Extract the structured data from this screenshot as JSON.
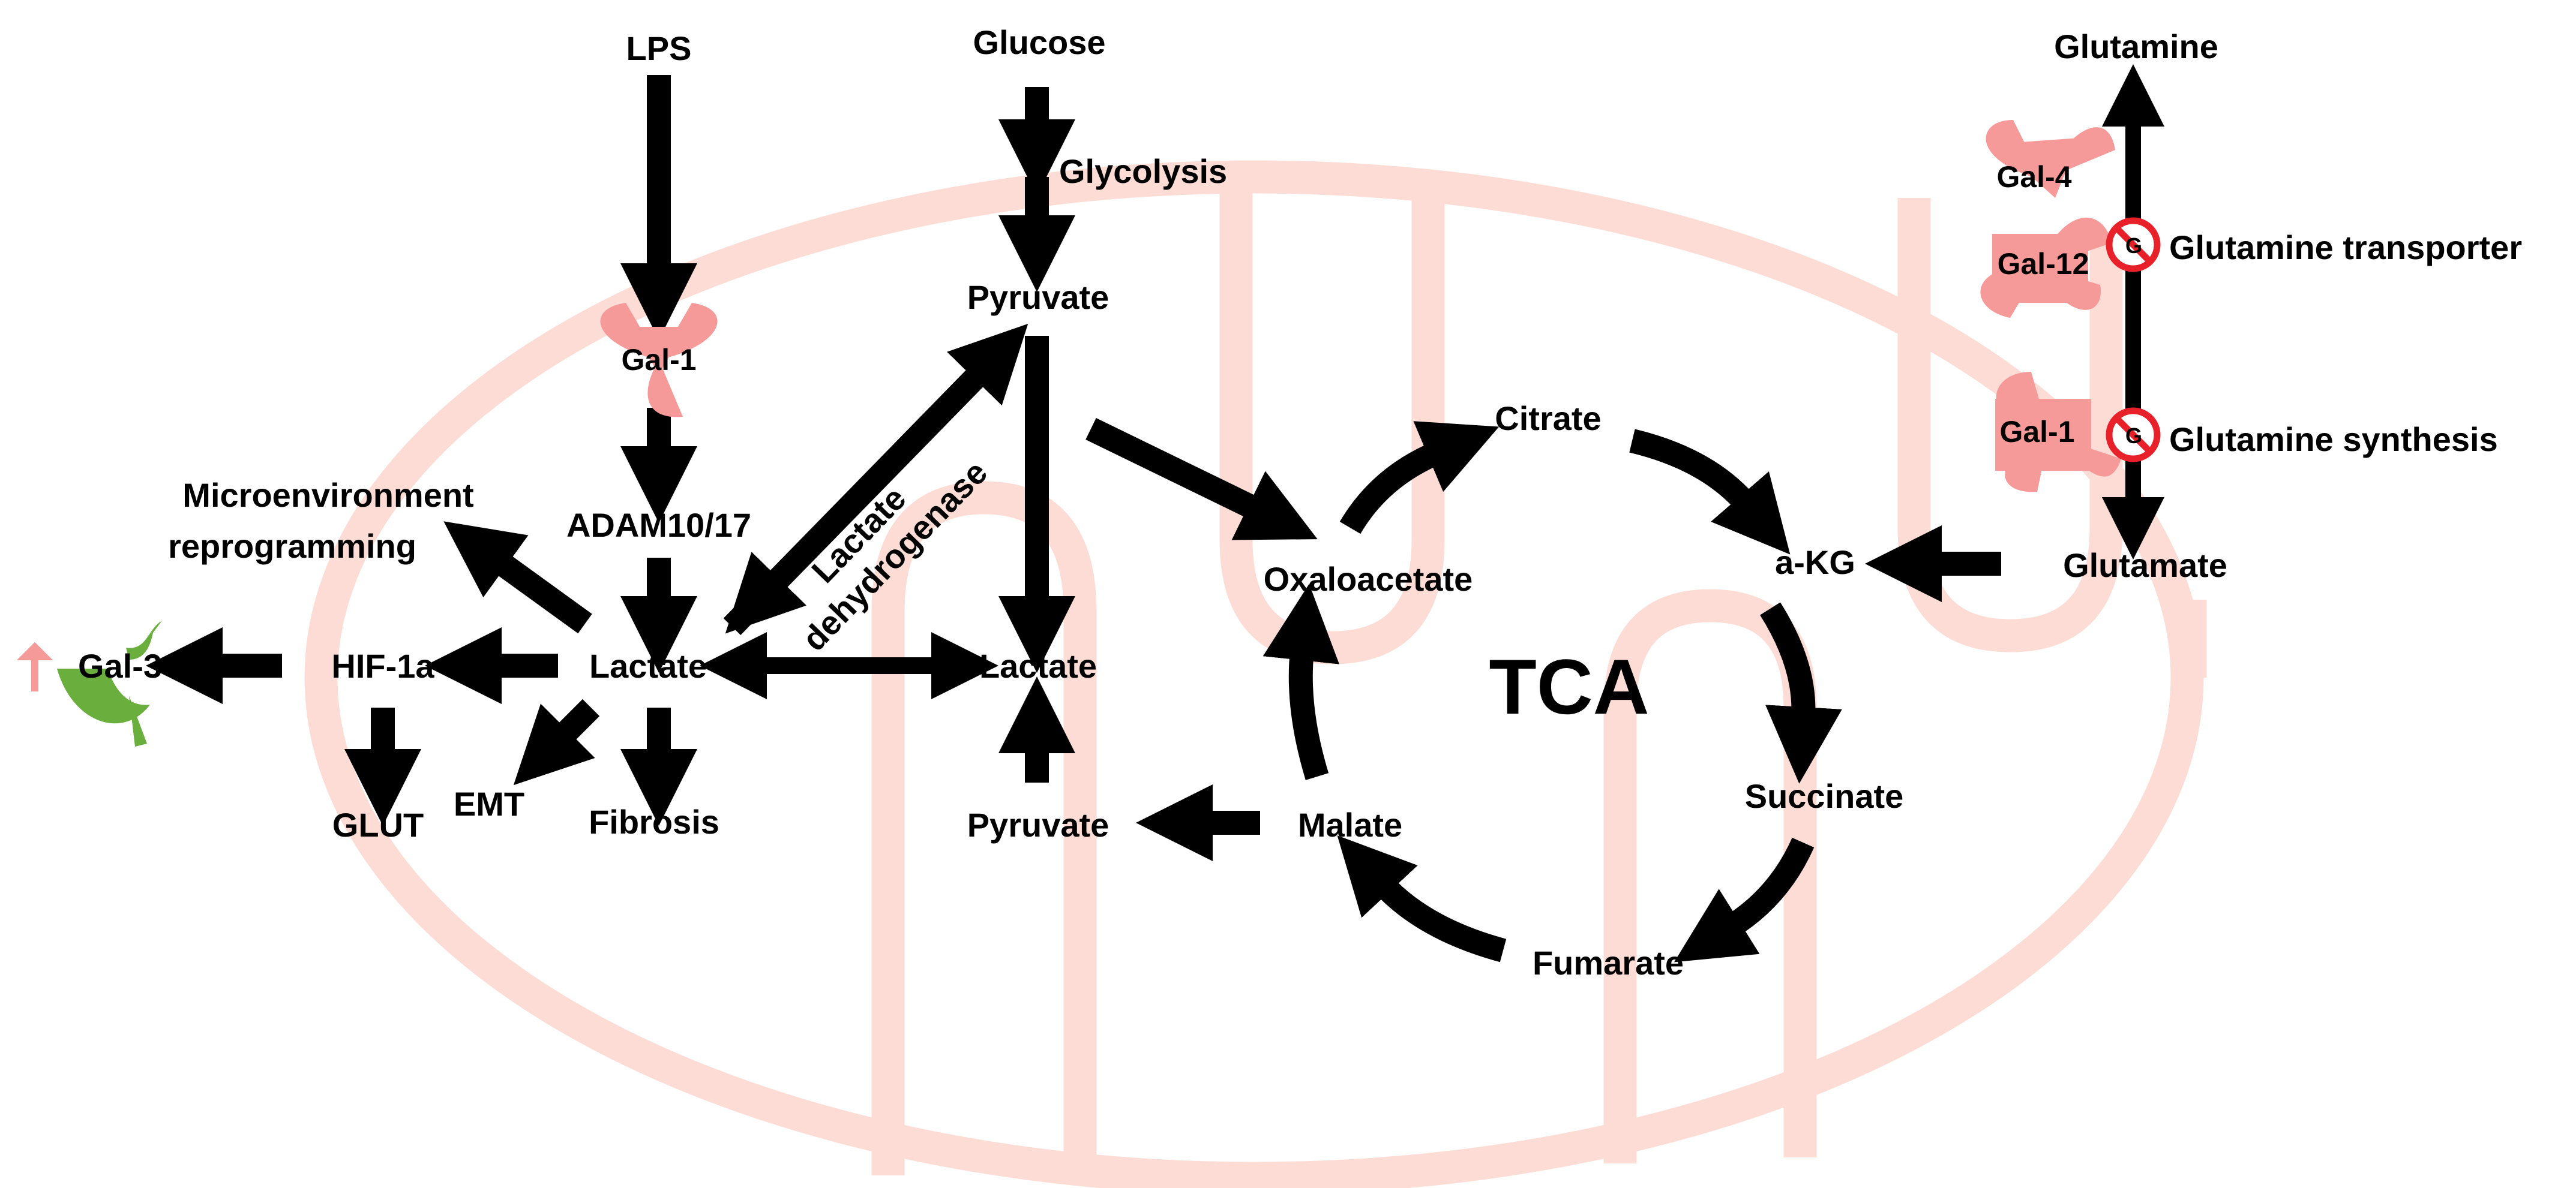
{
  "colors": {
    "mitochondria": "#FDDCD6",
    "galectin": "#F59A98",
    "gal3": "#6AAE3E",
    "inhibit": "#E8202A",
    "arrow": "#000000"
  },
  "icons": {
    "galectin": "galectin-clover-icon",
    "gal3": "galectin-3-crescent-icon",
    "inhibit": "prohibition-icon",
    "up": "up-arrow-icon"
  },
  "labels": {
    "lps": "LPS",
    "glucose": "Glucose",
    "glycolysis": "Glycolysis",
    "pyruvate_top": "Pyruvate",
    "gal1_left": "Gal-1",
    "adam": "ADAM10/17",
    "microenv_line1": "Microenvironment",
    "microenv_line2": "reprogramming",
    "lactate_left": "Lactate",
    "hif": "HIF-1a",
    "gal3": "Gal-3",
    "glut": "GLUT",
    "emt": "EMT",
    "fibrosis": "Fibrosis",
    "ldh_line1": "Lactate",
    "ldh_line2": "dehydrogenase",
    "lactate_mid": "Lactate",
    "pyruvate_bottom": "Pyruvate",
    "malate": "Malate",
    "oxaloacetate": "Oxaloacetate",
    "citrate": "Citrate",
    "akg": "a-KG",
    "succinate": "Succinate",
    "fumarate": "Fumarate",
    "tca": "TCA",
    "glutamine": "Glutamine",
    "gal4": "Gal-4",
    "gal12": "Gal-12",
    "gal1_right": "Gal-1",
    "glutamine_transporter": "Glutamine transporter",
    "glutamine_synthesis": "Glutamine synthesis",
    "glutamate": "Glutamate"
  }
}
